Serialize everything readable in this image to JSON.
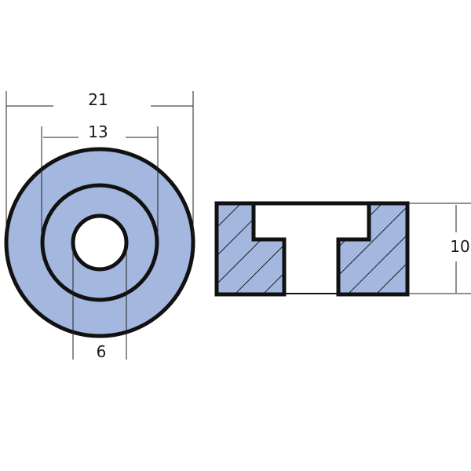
{
  "colors": {
    "fill": "#a4b8df",
    "outline": "#111111",
    "dimension_line": "#222222"
  },
  "front_view": {
    "dimensions": {
      "outer_diameter": "21",
      "middle_diameter": "13",
      "hole_diameter": "6"
    }
  },
  "side_view": {
    "dimensions": {
      "height": "10"
    },
    "section": "hatched"
  }
}
